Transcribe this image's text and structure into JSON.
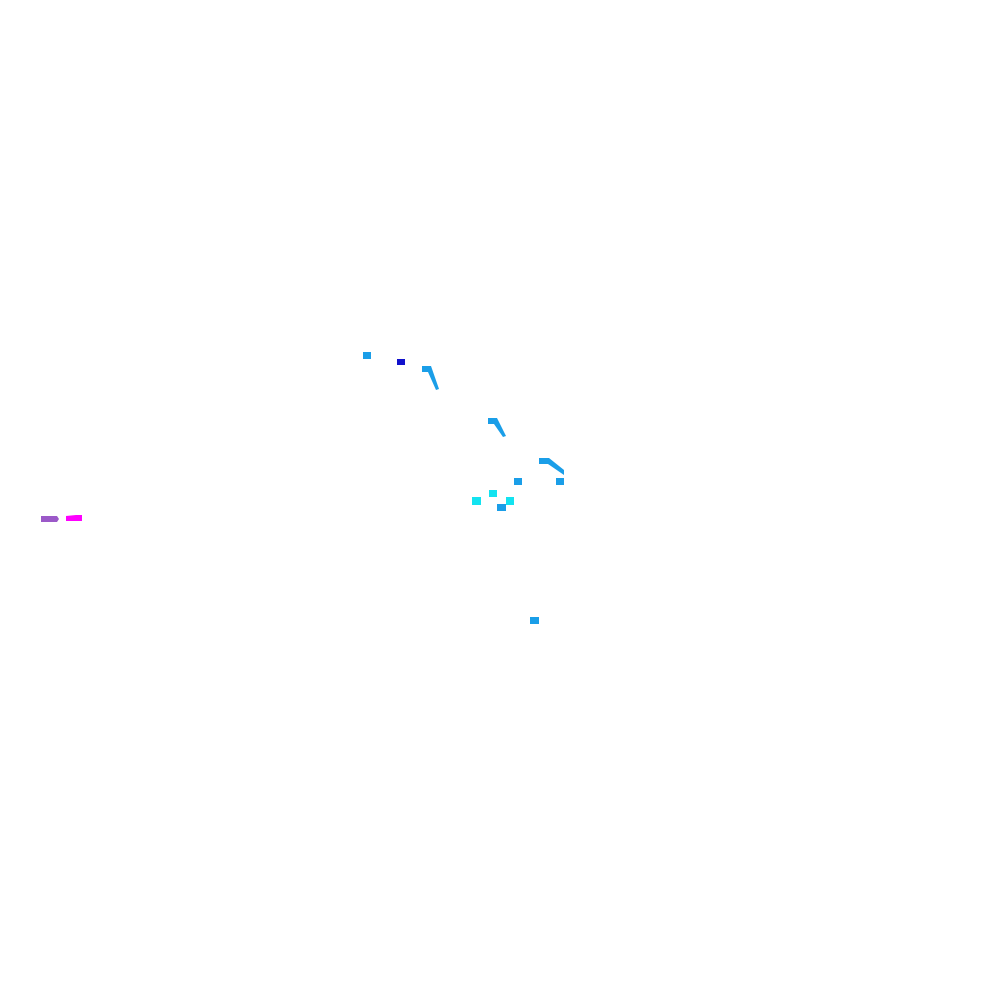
{
  "colors": {
    "background": "#ffffff",
    "sky_blue": "#1a9ee8",
    "dark_blue": "#1111cc",
    "cyan": "#13e3f0",
    "purple": "#9b59c8",
    "magenta": "#ff00ff"
  },
  "marks": [
    {
      "kind": "dot",
      "color": "sky_blue"
    },
    {
      "kind": "dot",
      "color": "dark_blue"
    },
    {
      "kind": "streak",
      "color": "sky_blue"
    },
    {
      "kind": "streak",
      "color": "sky_blue"
    },
    {
      "kind": "streak",
      "color": "sky_blue"
    },
    {
      "kind": "dot",
      "color": "sky_blue"
    },
    {
      "kind": "dot",
      "color": "sky_blue"
    },
    {
      "kind": "dot",
      "color": "cyan"
    },
    {
      "kind": "dot",
      "color": "cyan"
    },
    {
      "kind": "dot",
      "color": "cyan"
    },
    {
      "kind": "dot",
      "color": "sky_blue"
    },
    {
      "kind": "dot",
      "color": "sky_blue"
    },
    {
      "kind": "dash",
      "color": "purple"
    },
    {
      "kind": "dash",
      "color": "magenta"
    }
  ]
}
